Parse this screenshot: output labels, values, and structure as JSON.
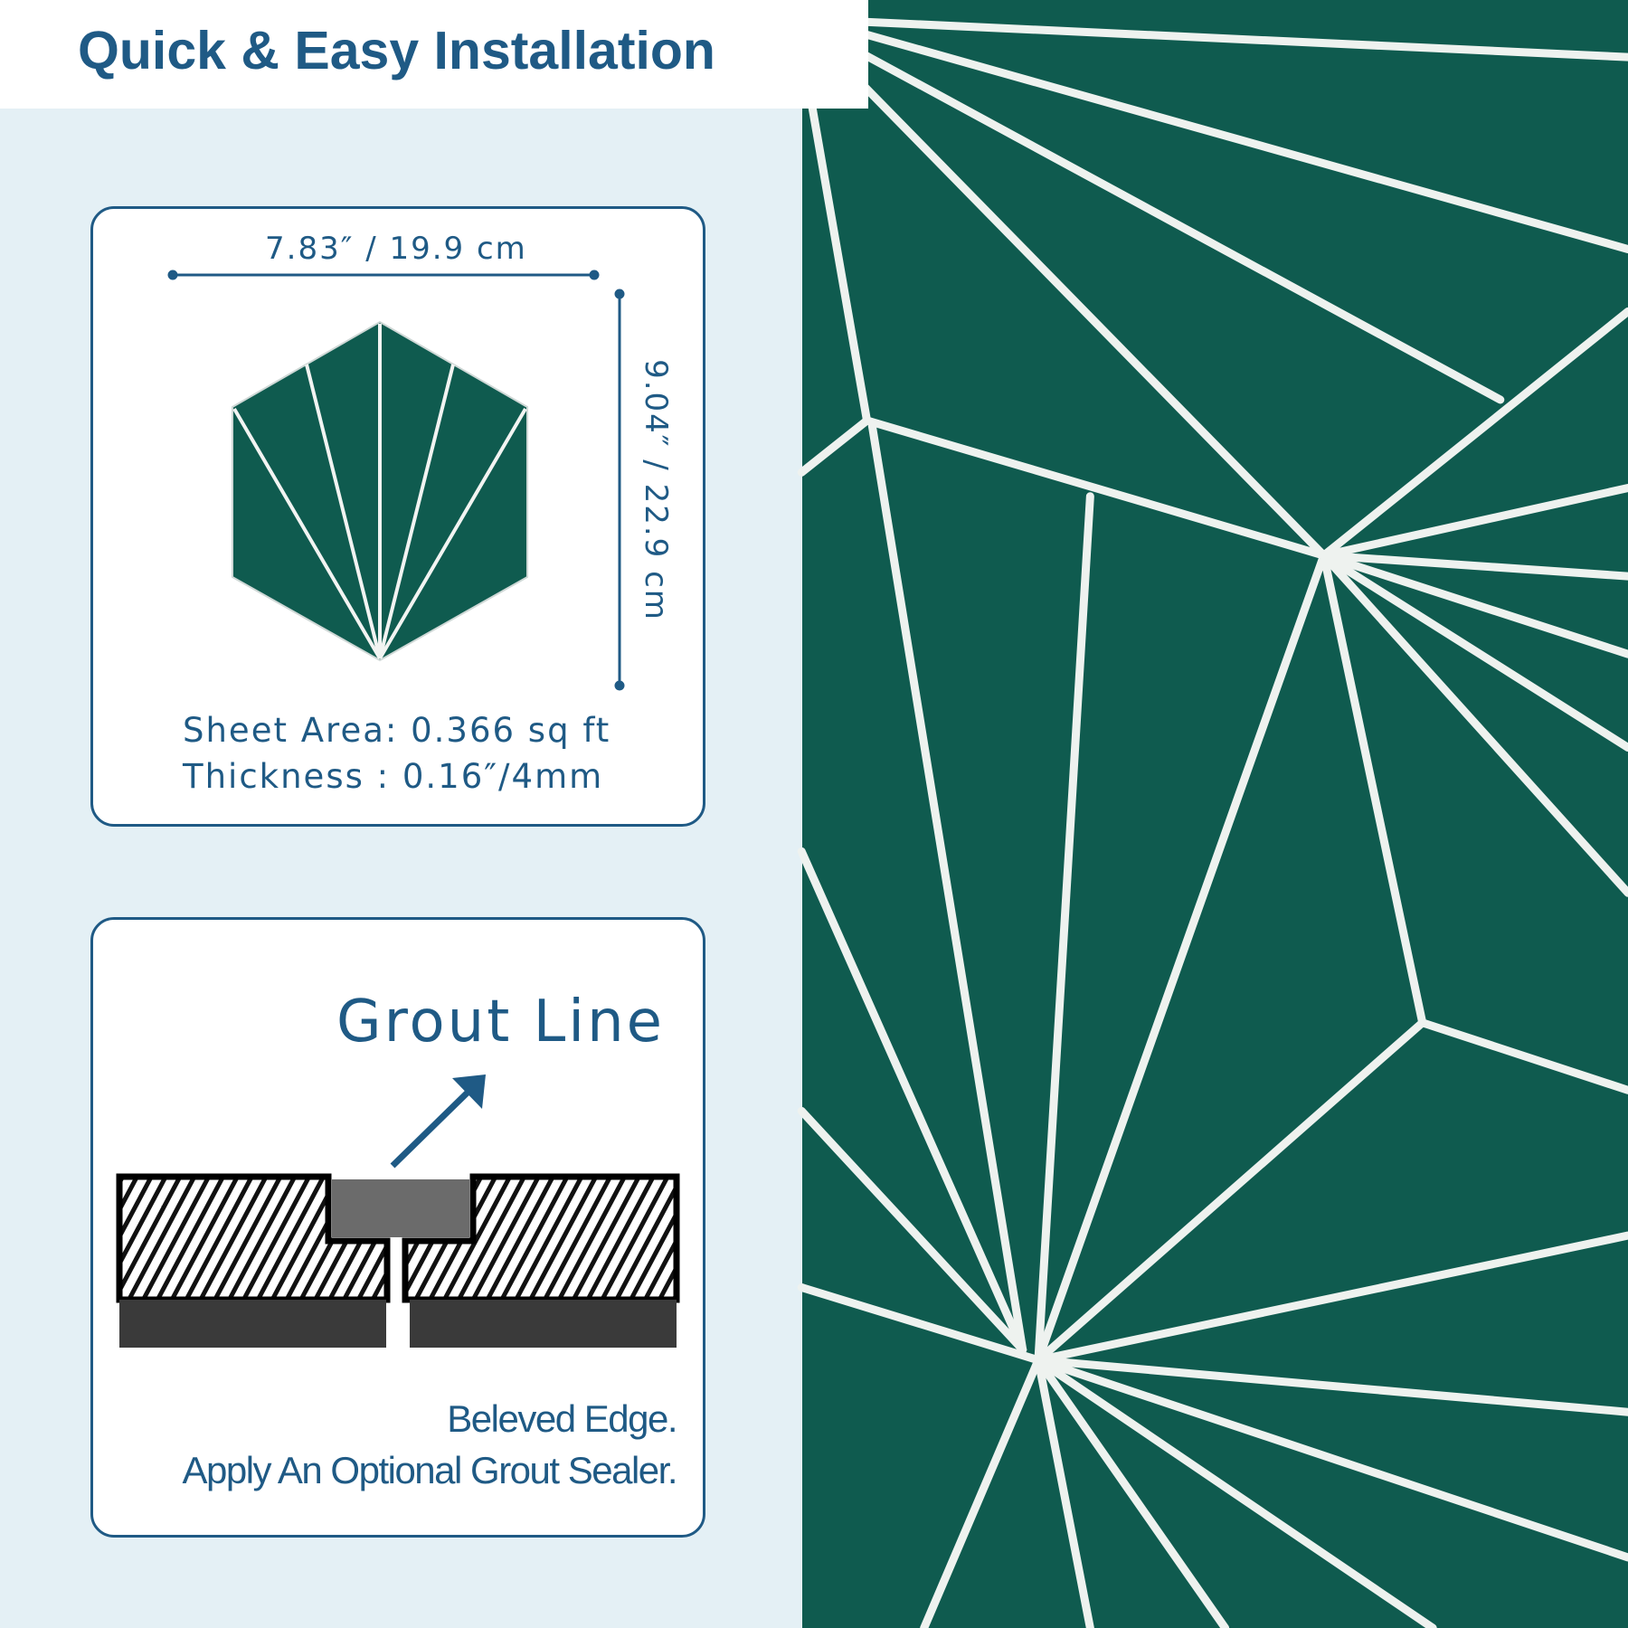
{
  "header": {
    "title": "Quick & Easy Installation"
  },
  "size_card": {
    "width_label": "7.83″ / 19.9 cm",
    "height_label": "9.04″ / 22.9 cm",
    "sheet_area": "Sheet Area: 0.366 sq ft",
    "thickness": "Thickness : 0.16″/4mm"
  },
  "grout_card": {
    "title": "Grout Line",
    "note_line1": "Beleved Edge.",
    "note_line2": "Apply An Optional Grout Sealer."
  },
  "colors": {
    "brand": "#1f5a85",
    "tile": "#0d5b4e",
    "background": "#e4f0f5"
  }
}
